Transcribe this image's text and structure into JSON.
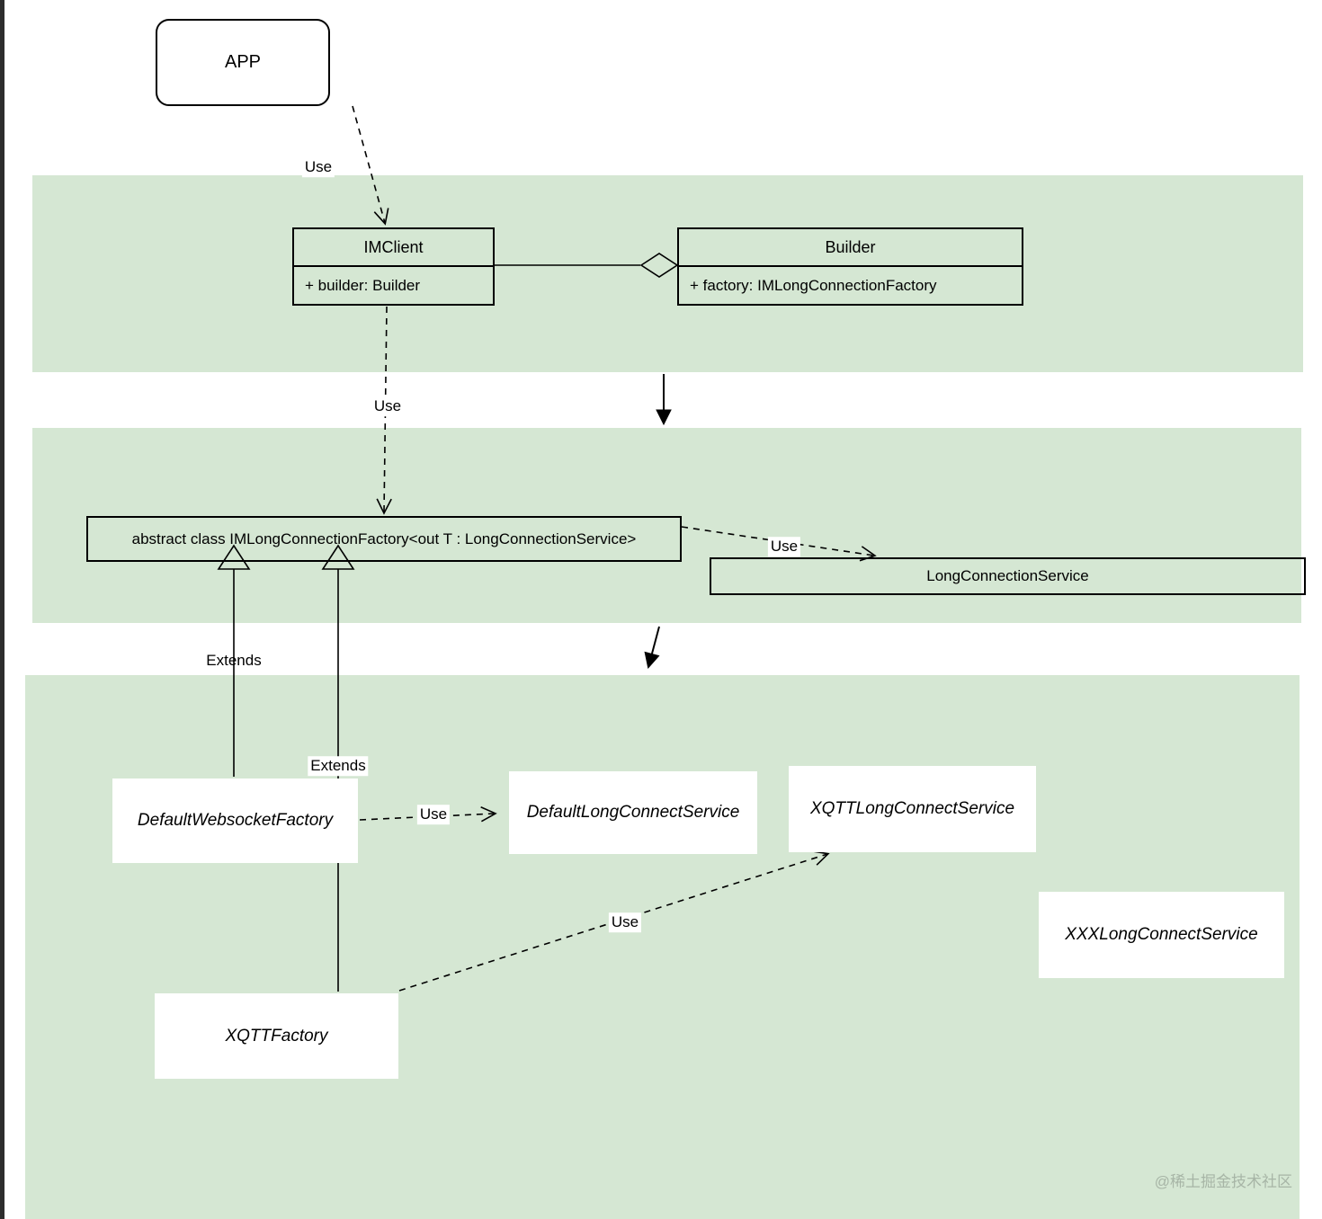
{
  "nodes": {
    "app": {
      "label": "APP"
    },
    "imclient": {
      "title": "IMClient",
      "attribute": "+ builder: Builder"
    },
    "builder": {
      "title": "Builder",
      "attribute": "+ factory: IMLongConnectionFactory"
    },
    "factory": {
      "label": "abstract class IMLongConnectionFactory<out T : LongConnectionService>"
    },
    "long_connection_service": {
      "label": "LongConnectionService"
    },
    "default_websocket_factory": {
      "label": "DefaultWebsocketFactory"
    },
    "default_long_connect_service": {
      "label": "DefaultLongConnectService"
    },
    "xqtt_long_connect_service": {
      "label": "XQTTLongConnectService"
    },
    "xxx_long_connect_service": {
      "label": "XXXLongConnectService"
    },
    "xqtt_factory": {
      "label": "XQTTFactory"
    }
  },
  "edges": {
    "app_to_imclient": {
      "label": "Use"
    },
    "imclient_to_factory": {
      "label": "Use"
    },
    "factory_to_service": {
      "label": "Use"
    },
    "dwf_to_dlcs": {
      "label": "Use"
    },
    "xqttf_to_xqttlcs": {
      "label": "Use"
    },
    "dwf_extends": {
      "label": "Extends"
    },
    "xqttf_extends": {
      "label": "Extends"
    }
  },
  "watermark": "@稀土掘金技术社区",
  "colors": {
    "band_green": "#d5e7d3",
    "stroke": "#000000",
    "left_bar": "#2d2d2d",
    "watermark": "#a7b5a6",
    "node_white": "#ffffff"
  }
}
